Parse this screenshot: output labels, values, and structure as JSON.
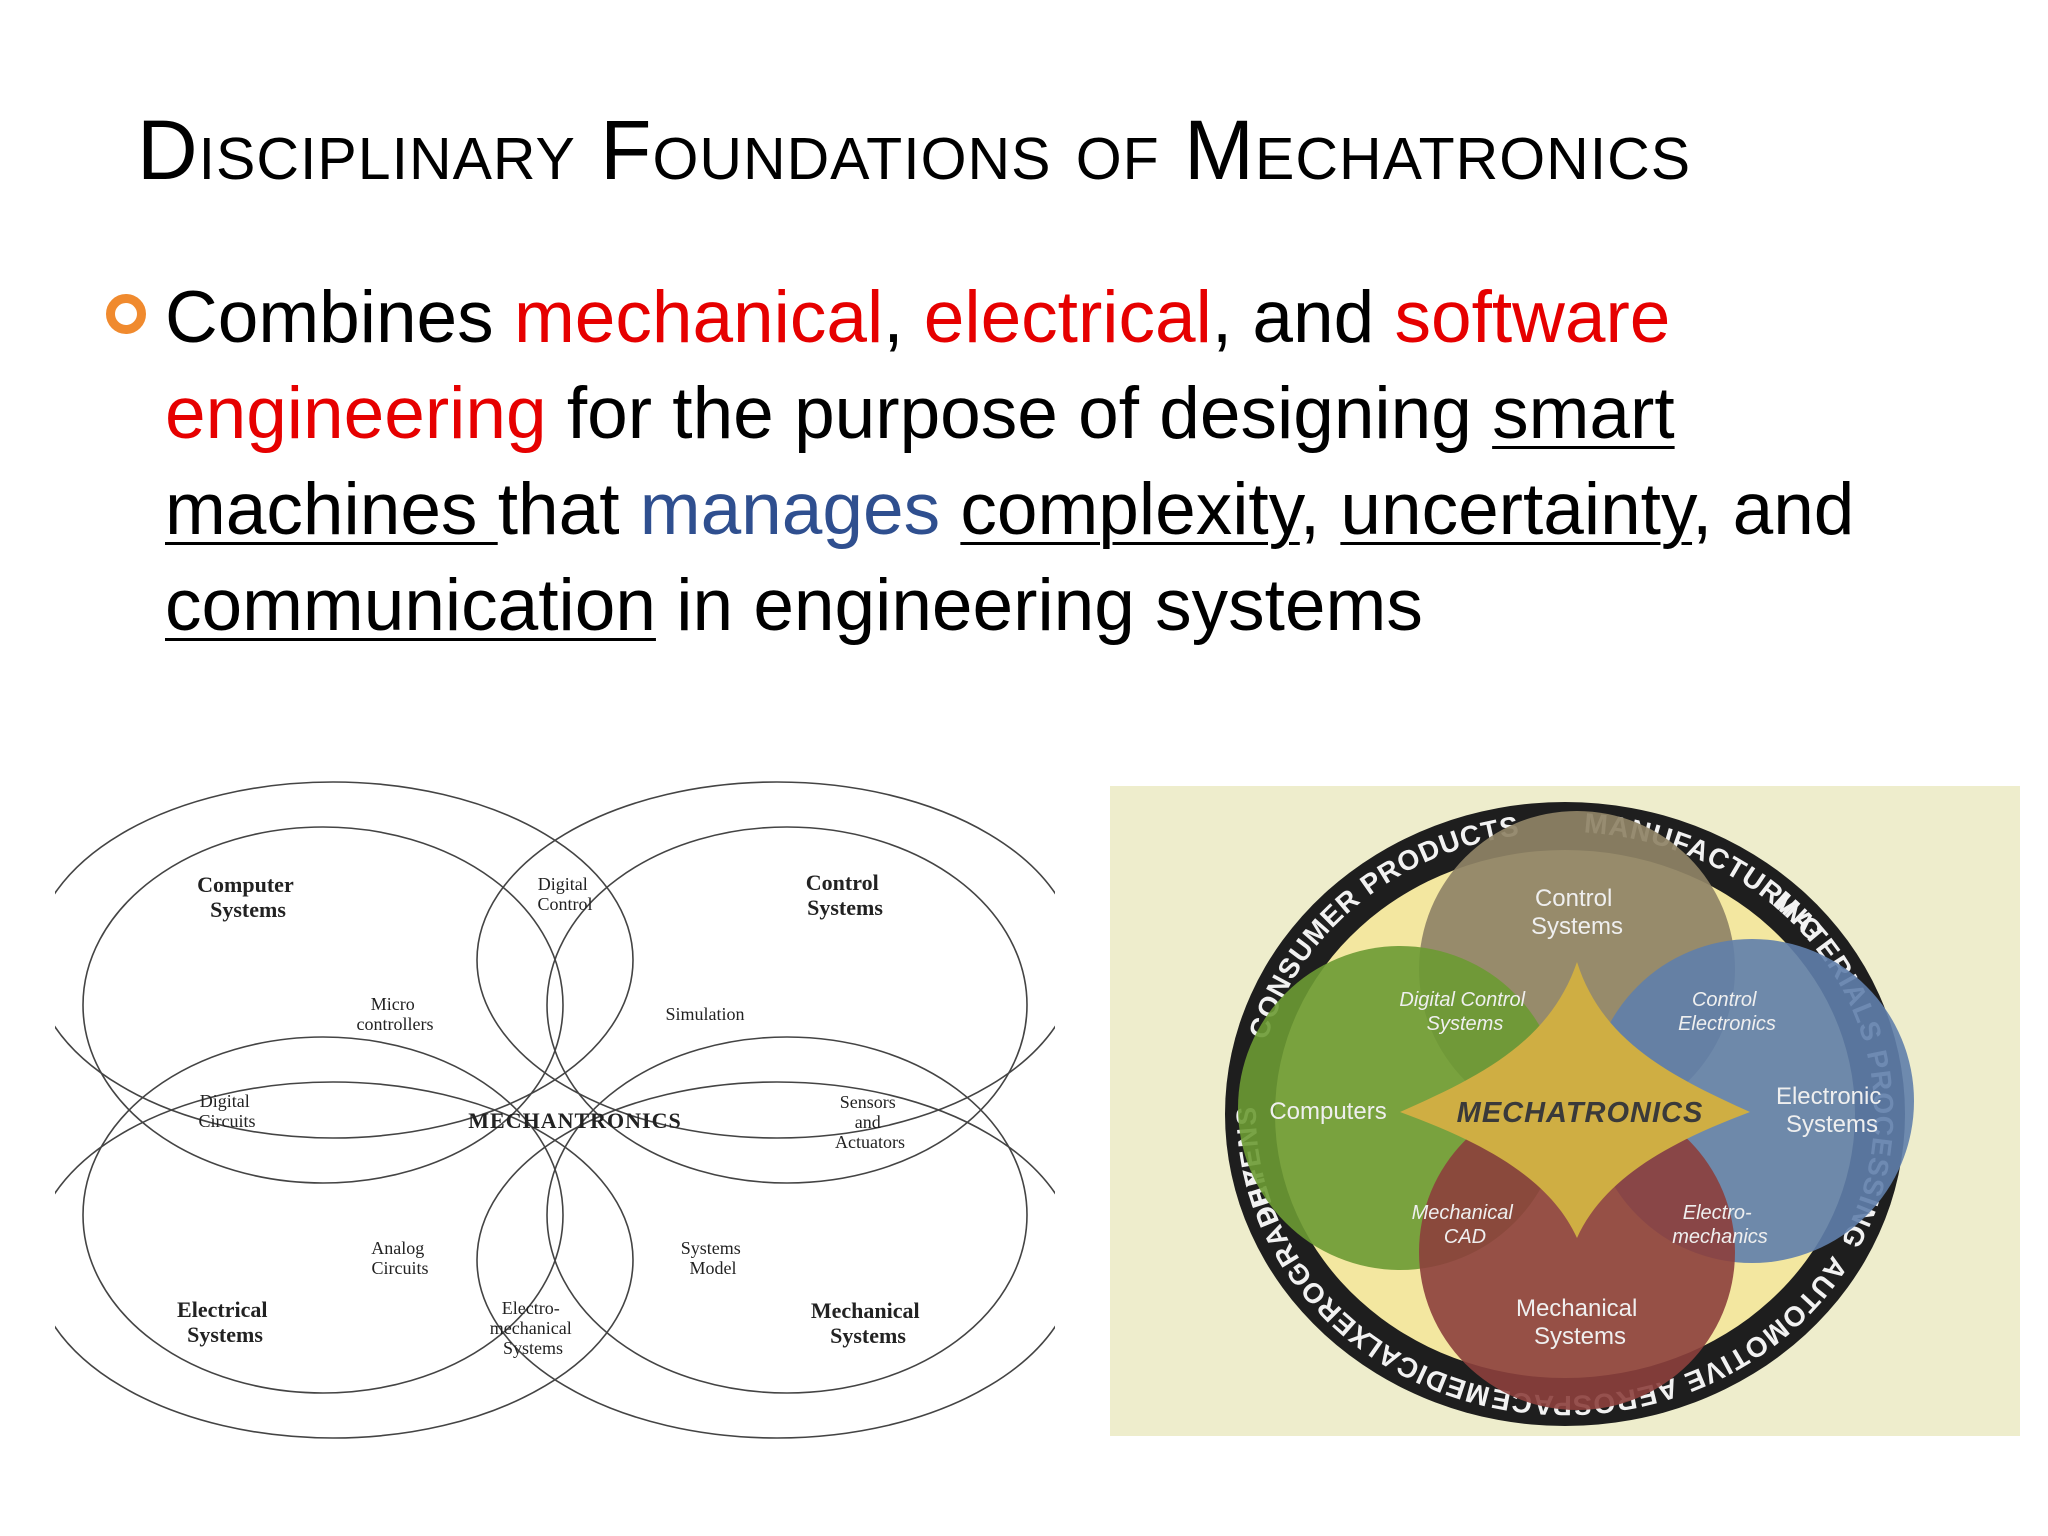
{
  "slide": {
    "title": "Disciplinary Foundations of Mechatronics",
    "bullet": {
      "t1": "Combines ",
      "mechanical": "mechanical",
      "t2": ", ",
      "electrical": "electrical",
      "t3": ", and ",
      "software_engineering": "software engineering",
      "t4": " for the purpose of designing ",
      "smart_machines": "smart machines ",
      "t5": "that ",
      "manages": "manages",
      "t6": " ",
      "complexity": "complexity",
      "t7": ", ",
      "uncertainty": "uncertainty",
      "t8": ", and ",
      "communication": "communication",
      "t9": " in engineering systems"
    }
  },
  "venn": {
    "computer_systems": [
      "Computer",
      "Systems"
    ],
    "control_systems": [
      "Control",
      "Systems"
    ],
    "electrical_systems": [
      "Electrical",
      "Systems"
    ],
    "mechanical_systems": [
      "Mechanical",
      "Systems"
    ],
    "digital_control": [
      "Digital",
      "Control"
    ],
    "micro_controllers": [
      "Micro",
      "controllers"
    ],
    "simulation": "Simulation",
    "digital_circuits": [
      "Digital",
      "Circuits"
    ],
    "center": "MECHANTRONICS",
    "sensors_actuators": [
      "Sensors",
      "and",
      "Actuators"
    ],
    "analog_circuits": [
      "Analog",
      "Circuits"
    ],
    "systems_model": [
      "Systems",
      "Model"
    ],
    "electro_mechanical": [
      "Electro-",
      "mechanical",
      "Systems"
    ]
  },
  "wheel": {
    "ring": [
      "AUTOMOTIVE",
      "AEROSPACE",
      "MEDICAL",
      "XEROGRAPHY",
      "DEFENSE SYSTEMS",
      "CONSUMER PRODUCTS",
      "MANUFACTURING",
      "MATERIALS PROCESSING"
    ],
    "control_systems": [
      "Control",
      "Systems"
    ],
    "digital_control_systems": [
      "Digital Control",
      "Systems"
    ],
    "control_electronics": [
      "Control",
      "Electronics"
    ],
    "computers": "Computers",
    "electronic_systems": [
      "Electronic",
      "Systems"
    ],
    "center": "MECHATRONICS",
    "mechanical_cad": [
      "Mechanical",
      "CAD"
    ],
    "electro_mechanics": [
      "Electro-",
      "mechanics"
    ],
    "mechanical_systems": [
      "Mechanical",
      "Systems"
    ]
  },
  "colors": {
    "bullet_marker": "#f08a2e",
    "emphasis_red": "#e60000",
    "emphasis_blue": "#2f4f8f",
    "wheel_background": "#eeedcc",
    "wheel_ring": "#1e1e1e",
    "wheel_inner": "#f3e7a0",
    "control_circle": "#8f8366",
    "computers_circle": "#6c9a33",
    "electronics_circle": "#5f7eab",
    "mechanical_circle": "#8c3f3c",
    "center_diamond": "#cfae43"
  }
}
